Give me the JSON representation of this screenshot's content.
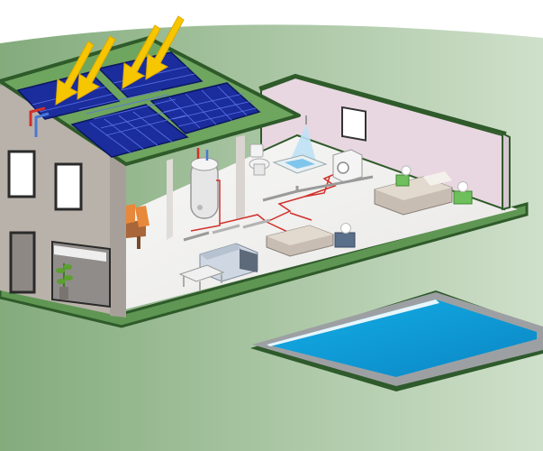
{
  "scene": {
    "description_visible_text": "",
    "colors": {
      "background_green_dark": "#86ad7f",
      "background_green_light": "#c9dcc4",
      "roof_green": "#6fa35f",
      "roof_edge": "#2f5a2a",
      "wall_exterior": "#bdb6ae",
      "wall_interior_pink": "#e6d6df",
      "floor": "#f1f0ee",
      "solar_panel": "#1d2fa0",
      "solar_grid": "#5a72e8",
      "sun_arrow": "#f6c600",
      "pipe_hot": "#d0302a",
      "pipe_cold": "#4a78d6",
      "pool_water": "#0a9bd6",
      "pool_rim": "#9da0a3"
    },
    "components": {
      "solar_panels": 4,
      "sun_arrows": 4,
      "hot_water_tank": 1,
      "shower": 1,
      "toilet": 1,
      "washing_machine": 1,
      "beds": 2,
      "sofa": 1,
      "table": 1,
      "pool": 1,
      "plant": 1
    },
    "icons": [
      "sun-arrow-icon",
      "solar-panel-icon",
      "water-tank-icon",
      "shower-icon",
      "toilet-icon",
      "washing-machine-icon",
      "bed-icon",
      "lamp-icon",
      "sofa-icon",
      "table-icon",
      "chair-icon",
      "plant-icon",
      "pool-icon"
    ]
  }
}
